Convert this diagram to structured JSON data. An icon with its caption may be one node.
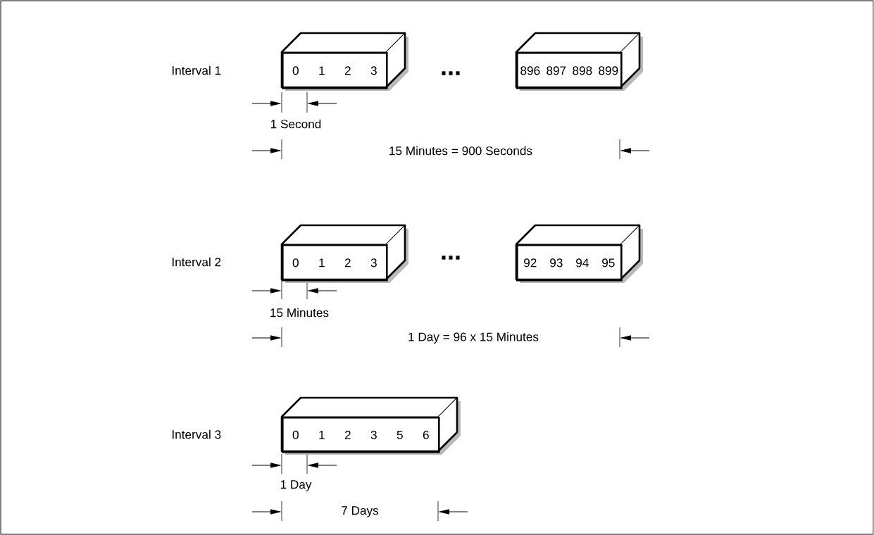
{
  "diagram": {
    "nodes": [
      {
        "text": [
          "0",
          "1",
          "2",
          "3"
        ]
      },
      {
        "text": [
          "896",
          "897",
          "898",
          "899"
        ]
      },
      {
        "text": [
          "0",
          "1",
          "2",
          "3"
        ]
      },
      {
        "text": [
          "92",
          "93",
          "94",
          "95"
        ]
      },
      {
        "text": [
          "0",
          "1",
          "2",
          "3",
          "5",
          "6"
        ]
      }
    ],
    "labels": [
      "Interval 1",
      "...",
      "1 Second",
      "15 Minutes = 900 Seconds",
      "Interval 2",
      "...",
      "15 Minutes",
      "1 Day = 96 x 15 Minutes",
      "Interval 3",
      "1 Day",
      "7 Days"
    ]
  }
}
